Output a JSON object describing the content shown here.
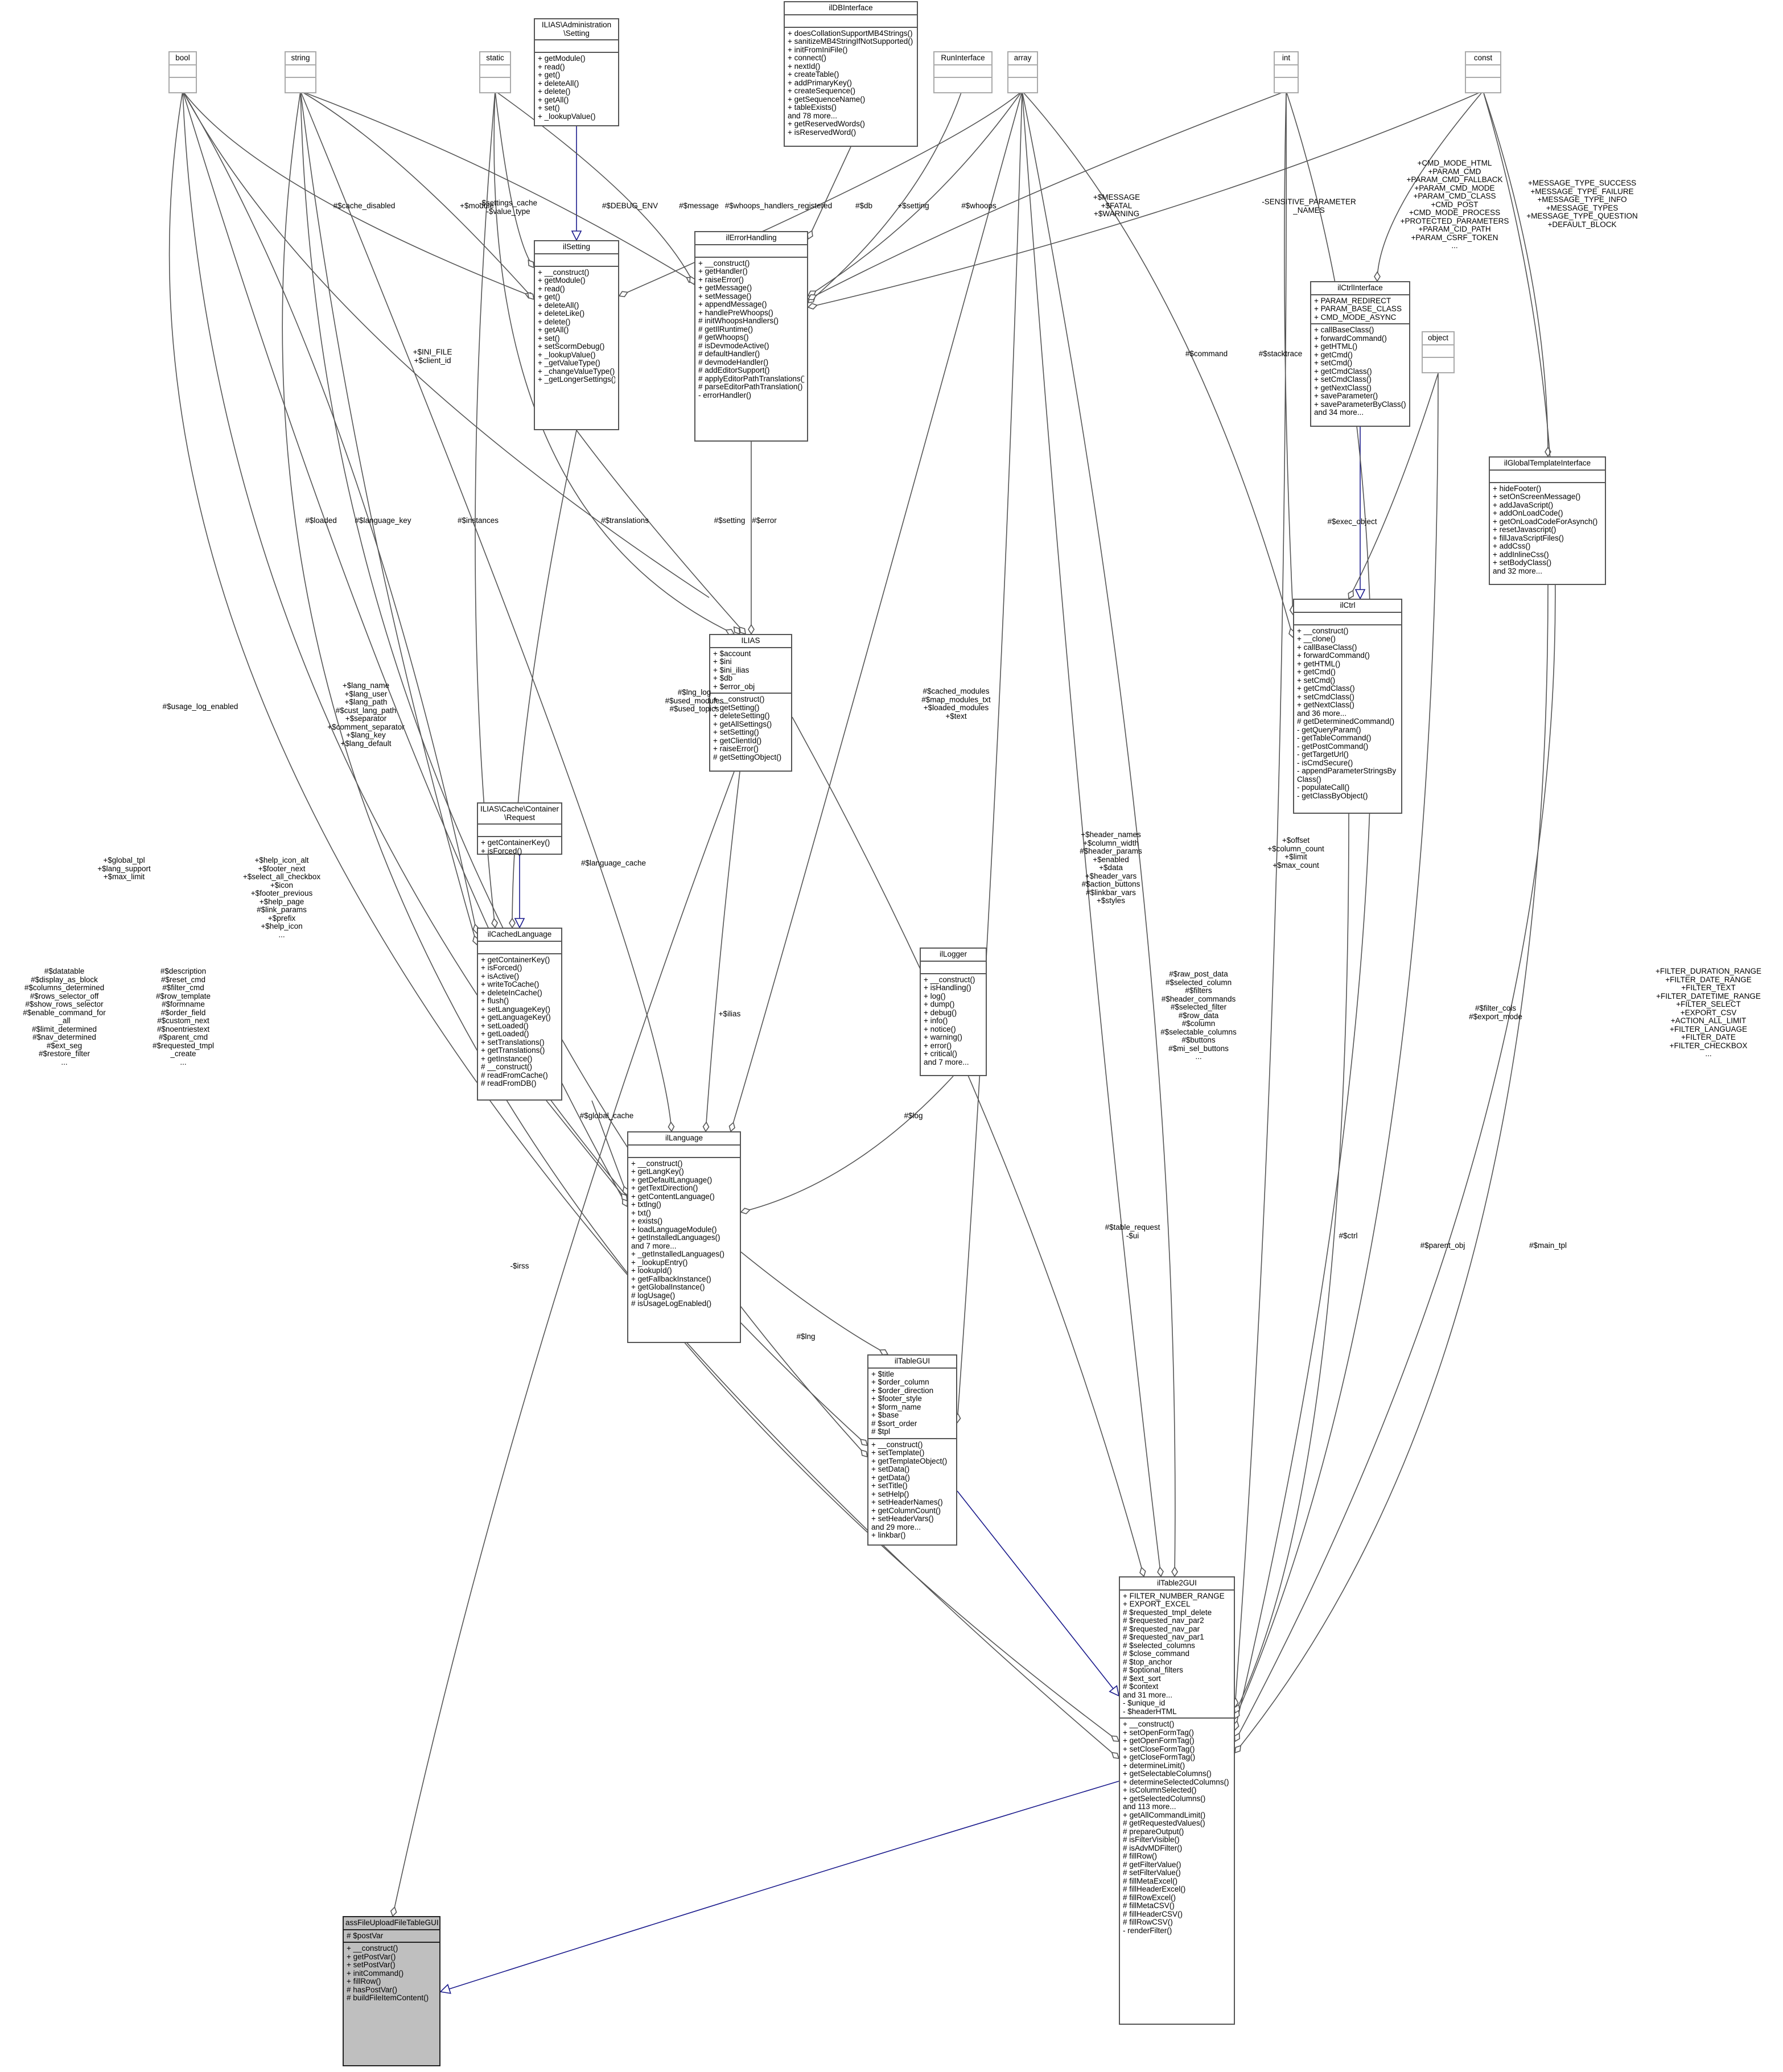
{
  "nodes": [
    {
      "id": "bool",
      "title": "bool",
      "attrs": [],
      "methods": [],
      "external": true
    },
    {
      "id": "string",
      "title": "string",
      "attrs": [],
      "methods": [],
      "external": true
    },
    {
      "id": "static",
      "title": "static",
      "attrs": [],
      "methods": [],
      "external": true
    },
    {
      "id": "setting_iface",
      "title": "ILIAS\\Administration\n\\Setting",
      "attrs": [],
      "methods": [
        "+ getModule()",
        "+ read()",
        "+ get()",
        "+ deleteAll()",
        "+ delete()",
        "+ getAll()",
        "+ set()",
        "+ _lookupValue()"
      ]
    },
    {
      "id": "dbinterface",
      "title": "ilDBInterface",
      "attrs": [],
      "methods": [
        "+ doesCollationSupportMB4Strings()",
        "+ sanitizeMB4StringIfNotSupported()",
        "+ initFromIniFile()",
        "+ connect()",
        "+ nextId()",
        "+ createTable()",
        "+ addPrimaryKey()",
        "+ createSequence()",
        "+ getSequenceName()",
        "+ tableExists()",
        "and 78 more...",
        "+ getReservedWords()",
        "+ isReservedWord()"
      ]
    },
    {
      "id": "runinterface",
      "title": "RunInterface",
      "attrs": [],
      "methods": [],
      "external": true
    },
    {
      "id": "array",
      "title": "array",
      "attrs": [],
      "methods": [],
      "external": true
    },
    {
      "id": "int",
      "title": "int",
      "attrs": [],
      "methods": [],
      "external": true
    },
    {
      "id": "const",
      "title": "const",
      "attrs": [],
      "methods": [],
      "external": true
    },
    {
      "id": "ilsetting",
      "title": "ilSetting",
      "attrs": [],
      "methods": [
        "+ __construct()",
        "+ getModule()",
        "+ read()",
        "+ get()",
        "+ deleteAll()",
        "+ deleteLike()",
        "+ delete()",
        "+ getAll()",
        "+ set()",
        "+ setScormDebug()",
        "+ _lookupValue()",
        "+ _getValueType()",
        "+ _changeValueType()",
        "+ _getLongerSettings()"
      ]
    },
    {
      "id": "errorhandling",
      "title": "ilErrorHandling",
      "attrs": [],
      "methods": [
        "+ __construct()",
        "+ getHandler()",
        "+ raiseError()",
        "+ getMessage()",
        "+ setMessage()",
        "+ appendMessage()",
        "+ handlePreWhoops()",
        "# initWhoopsHandlers()",
        "# getIlRuntime()",
        "# getWhoops()",
        "# isDevmodeActive()",
        "# defaultHandler()",
        "# devmodeHandler()",
        "# addEditorSupport()",
        "# applyEditorPathTranslations()",
        "# parseEditorPathTranslation()",
        "- errorHandler()"
      ]
    },
    {
      "id": "ctrlinterface",
      "title": "ilCtrlInterface",
      "attrs": [
        "+ PARAM_REDIRECT",
        "+ PARAM_BASE_CLASS",
        "+ CMD_MODE_ASYNC"
      ],
      "methods": [
        "+ callBaseClass()",
        "+ forwardCommand()",
        "+ getHTML()",
        "+ getCmd()",
        "+ setCmd()",
        "+ getCmdClass()",
        "+ setCmdClass()",
        "+ getNextClass()",
        "+ saveParameter()",
        "+ saveParameterByClass()",
        "and 34 more..."
      ]
    },
    {
      "id": "object",
      "title": "object",
      "attrs": [],
      "methods": [],
      "external": true
    },
    {
      "id": "globaltemplate",
      "title": "ilGlobalTemplateInterface",
      "attrs": [],
      "methods": [
        "+ hideFooter()",
        "+ setOnScreenMessage()",
        "+ addJavaScript()",
        "+ addOnLoadCode()",
        "+ getOnLoadCodeForAsynch()",
        "+ resetJavascript()",
        "+ fillJavaScriptFiles()",
        "+ addCss()",
        "+ addInlineCss()",
        "+ setBodyClass()",
        "and 32 more..."
      ]
    },
    {
      "id": "ilias",
      "title": "ILIAS",
      "attrs": [
        "+ $account",
        "+ $ini",
        "+ $ini_ilias",
        "+ $db",
        "+ $error_obj"
      ],
      "methods": [
        "+ __construct()",
        "+ getSetting()",
        "+ deleteSetting()",
        "+ getAllSettings()",
        "+ setSetting()",
        "+ getClientId()",
        "+ raiseError()",
        "# getSettingObject()"
      ]
    },
    {
      "id": "ilctrl",
      "title": "ilCtrl",
      "attrs": [],
      "methods": [
        "+ __construct()",
        "+ __clone()",
        "+ callBaseClass()",
        "+ forwardCommand()",
        "+ getHTML()",
        "+ getCmd()",
        "+ setCmd()",
        "+ getCmdClass()",
        "+ setCmdClass()",
        "+ getNextClass()",
        "and 36 more...",
        "# getDeterminedCommand()",
        "- getQueryParam()",
        "- getTableCommand()",
        "- getPostCommand()",
        "- getTargetUrl()",
        "- isCmdSecure()",
        "- appendParameterStringsBy",
        "Class()",
        "- populateCall()",
        "- getClassByObject()"
      ]
    },
    {
      "id": "cacherequest",
      "title": "ILIAS\\Cache\\Container\n\\Request",
      "attrs": [],
      "methods": [
        "+ getContainerKey()",
        "+ isForced()"
      ]
    },
    {
      "id": "cachedlang",
      "title": "ilCachedLanguage",
      "attrs": [],
      "methods": [
        "+ getContainerKey()",
        "+ isForced()",
        "+ isActive()",
        "+ writeToCache()",
        "+ deleteInCache()",
        "+ flush()",
        "+ setLanguageKey()",
        "+ getLanguageKey()",
        "+ setLoaded()",
        "+ getLoaded()",
        "+ setTranslations()",
        "+ getTranslations()",
        "+ getInstance()",
        "# __construct()",
        "# readFromCache()",
        "# readFromDB()"
      ]
    },
    {
      "id": "illogger",
      "title": "ilLogger",
      "attrs": [],
      "methods": [
        "+ __construct()",
        "+ isHandling()",
        "+ log()",
        "+ dump()",
        "+ debug()",
        "+ info()",
        "+ notice()",
        "+ warning()",
        "+ error()",
        "+ critical()",
        "and 7 more..."
      ]
    },
    {
      "id": "illanguage",
      "title": "ilLanguage",
      "attrs": [],
      "methods": [
        "+ __construct()",
        "+ getLangKey()",
        "+ getDefaultLanguage()",
        "+ getTextDirection()",
        "+ getContentLanguage()",
        "+ txtlng()",
        "+ txt()",
        "+ exists()",
        "+ loadLanguageModule()",
        "+ getInstalledLanguages()",
        "and 7 more...",
        "+ _getInstalledLanguages()",
        "+ _lookupEntry()",
        "+ lookupId()",
        "+ getFallbackInstance()",
        "+ getGlobalInstance()",
        "# logUsage()",
        "# isUsageLogEnabled()"
      ]
    },
    {
      "id": "tablegui",
      "title": "ilTableGUI",
      "attrs": [
        "+ $title",
        "+ $order_column",
        "+ $order_direction",
        "+ $footer_style",
        "+ $form_name",
        "+ $base",
        "# $sort_order",
        "# $tpl"
      ],
      "methods": [
        "+ __construct()",
        "+ setTemplate()",
        "+ getTemplateObject()",
        "+ setData()",
        "+ getData()",
        "+ setTitle()",
        "+ setHelp()",
        "+ setHeaderNames()",
        "+ getColumnCount()",
        "+ setHeaderVars()",
        "and 29 more...",
        "+ linkbar()"
      ]
    },
    {
      "id": "table2gui",
      "title": "ilTable2GUI",
      "attrs": [
        "+ FILTER_NUMBER_RANGE",
        "+ EXPORT_EXCEL",
        "# $requested_tmpl_delete",
        "# $requested_nav_par2",
        "# $requested_nav_par",
        "# $requested_nav_par1",
        "# $selected_columns",
        "# $close_command",
        "# $top_anchor",
        "# $optional_filters",
        "# $ext_sort",
        "# $context",
        "and 31 more...",
        "- $unique_id",
        "- $headerHTML"
      ],
      "methods": [
        "+ __construct()",
        "+ setOpenFormTag()",
        "+ getOpenFormTag()",
        "+ setCloseFormTag()",
        "+ getCloseFormTag()",
        "+ determineLimit()",
        "+ getSelectableColumns()",
        "+ determineSelectedColumns()",
        "+ isColumnSelected()",
        "+ getSelectedColumns()",
        "and 113 more...",
        "+ getAllCommandLimit()",
        "# getRequestedValues()",
        "# prepareOutput()",
        "# isFilterVisible()",
        "# isAdvMDFilter()",
        "# fillRow()",
        "# getFilterValue()",
        "# setFilterValue()",
        "# fillMetaExcel()",
        "# fillHeaderExcel()",
        "# fillRowExcel()",
        "# fillMetaCSV()",
        "# fillHeaderCSV()",
        "# fillRowCSV()",
        "- renderFilter()"
      ]
    },
    {
      "id": "focus",
      "title": "assFileUploadFileTableGUI",
      "attrs": [
        "# $postVar"
      ],
      "methods": [
        "+ __construct()",
        "+ getPostVar()",
        "+ setPostVar()",
        "+ initCommand()",
        "+ fillRow()",
        "# hasPostVar()",
        "# buildFileItemContent()"
      ]
    }
  ],
  "edge_labels": [
    {
      "id": "cache_disabled",
      "lines": [
        "#$cache_disabled"
      ]
    },
    {
      "id": "module",
      "lines": [
        "+$module"
      ]
    },
    {
      "id": "settings_cache",
      "lines": [
        "-$settings_cache",
        "-$value_type"
      ]
    },
    {
      "id": "debug_env",
      "lines": [
        "#$DEBUG_ENV"
      ]
    },
    {
      "id": "message",
      "lines": [
        "#$message"
      ]
    },
    {
      "id": "whoops_reg",
      "lines": [
        "#$whoops_handlers_registered"
      ]
    },
    {
      "id": "db",
      "lines": [
        "#$db"
      ]
    },
    {
      "id": "setting_plus",
      "lines": [
        "+$setting"
      ]
    },
    {
      "id": "whoops",
      "lines": [
        "#$whoops"
      ]
    },
    {
      "id": "msg_fatal",
      "lines": [
        "+$MESSAGE",
        "+$FATAL",
        "+$WARNING"
      ]
    },
    {
      "id": "sensitive",
      "lines": [
        "-SENSITIVE_PARAMETER",
        "_NAMES"
      ]
    },
    {
      "id": "cmd_consts",
      "lines": [
        "+CMD_MODE_HTML",
        "+PARAM_CMD",
        "+PARAM_CMD_FALLBACK",
        "+PARAM_CMD_MODE",
        "+PARAM_CMD_CLASS",
        "+CMD_POST",
        "+CMD_MODE_PROCESS",
        "+PROTECTED_PARAMETERS",
        "+PARAM_CID_PATH",
        "+PARAM_CSRF_TOKEN",
        "..."
      ]
    },
    {
      "id": "msg_types",
      "lines": [
        "+MESSAGE_TYPE_SUCCESS",
        "+MESSAGE_TYPE_FAILURE",
        "+MESSAGE_TYPE_INFO",
        "+MESSAGE_TYPES",
        "+MESSAGE_TYPE_QUESTION",
        "+DEFAULT_BLOCK"
      ]
    },
    {
      "id": "ini_file",
      "lines": [
        "+$INI_FILE",
        "+$client_id"
      ]
    },
    {
      "id": "command",
      "lines": [
        "#$command"
      ]
    },
    {
      "id": "stacktrace",
      "lines": [
        "#$stacktrace"
      ]
    },
    {
      "id": "loaded",
      "lines": [
        "#$loaded"
      ]
    },
    {
      "id": "language_key",
      "lines": [
        "#$language_key"
      ]
    },
    {
      "id": "instances",
      "lines": [
        "#$instances"
      ]
    },
    {
      "id": "translations",
      "lines": [
        "#$translations"
      ]
    },
    {
      "id": "setting_hash",
      "lines": [
        "#$setting"
      ]
    },
    {
      "id": "error",
      "lines": [
        "#$error"
      ]
    },
    {
      "id": "exec_object",
      "lines": [
        "#$exec_object"
      ]
    },
    {
      "id": "usage_log",
      "lines": [
        "#$usage_log_enabled"
      ]
    },
    {
      "id": "lang_name",
      "lines": [
        "+$lang_name",
        "+$lang_user",
        "+$lang_path",
        "#$cust_lang_path",
        "+$separator",
        "+$comment_separator",
        "+$lang_key",
        "+$lang_default"
      ]
    },
    {
      "id": "lng_log",
      "lines": [
        "#$lng_log",
        "#$used_modules",
        "#$used_topics"
      ]
    },
    {
      "id": "cached_modules",
      "lines": [
        "#$cached_modules",
        "#$map_modules_txt",
        "+$loaded_modules",
        "+$text"
      ]
    },
    {
      "id": "help_icon",
      "lines": [
        "+$help_icon_alt",
        "+$footer_next",
        "+$select_all_checkbox",
        "+$icon",
        "+$footer_previous",
        "+$help_page",
        "#$link_params",
        "+$prefix",
        "+$help_icon",
        "..."
      ]
    },
    {
      "id": "global_tpl",
      "lines": [
        "+$global_tpl",
        "+$lang_support",
        "+$max_limit"
      ]
    },
    {
      "id": "language_cache",
      "lines": [
        "#$language_cache"
      ]
    },
    {
      "id": "header_names",
      "lines": [
        "+$header_names",
        "+$column_width",
        "#$header_params",
        "+$enabled",
        "+$data",
        "+$header_vars",
        "#$action_buttons",
        "#$linkbar_vars",
        "+$styles"
      ]
    },
    {
      "id": "offset",
      "lines": [
        "+$offset",
        "+$column_count",
        "+$limit",
        "+$max_count"
      ]
    },
    {
      "id": "datatable",
      "lines": [
        "#$datatable",
        "#$display_as_block",
        "#$columns_determined",
        "#$rows_selector_off",
        "#$show_rows_selector",
        "#$enable_command_for",
        "_all",
        "#$limit_determined",
        "#$nav_determined",
        "#$ext_seg",
        "#$restore_filter",
        "..."
      ]
    },
    {
      "id": "description",
      "lines": [
        "#$description",
        "#$reset_cmd",
        "#$filter_cmd",
        "#$row_template",
        "#$formname",
        "#$order_field",
        "#$custom_next",
        "#$noentriestext",
        "#$parent_cmd",
        "#$requested_tmpl",
        "_create",
        "..."
      ]
    },
    {
      "id": "ilias_plus",
      "lines": [
        "+$ilias"
      ]
    },
    {
      "id": "raw_post",
      "lines": [
        "#$raw_post_data",
        "#$selected_column",
        "#$filters",
        "#$header_commands",
        "#$selected_filter",
        "#$row_data",
        "#$column",
        "#$selectable_columns",
        "#$buttons",
        "#$mi_sel_buttons",
        "..."
      ]
    },
    {
      "id": "filter_cols",
      "lines": [
        "#$filter_cols",
        "#$export_mode"
      ]
    },
    {
      "id": "filter_consts",
      "lines": [
        "+FILTER_DURATION_RANGE",
        "+FILTER_DATE_RANGE",
        "+FILTER_TEXT",
        "+FILTER_DATETIME_RANGE",
        "+FILTER_SELECT",
        "+EXPORT_CSV",
        "+ACTION_ALL_LIMIT",
        "+FILTER_LANGUAGE",
        "+FILTER_DATE",
        "+FILTER_CHECKBOX",
        "..."
      ]
    },
    {
      "id": "global_cache",
      "lines": [
        "#$global_cache"
      ]
    },
    {
      "id": "log",
      "lines": [
        "#$log"
      ]
    },
    {
      "id": "lng",
      "lines": [
        "#$lng"
      ]
    },
    {
      "id": "table_request",
      "lines": [
        "#$table_request",
        "-$ui"
      ]
    },
    {
      "id": "ctrl",
      "lines": [
        "#$ctrl"
      ]
    },
    {
      "id": "parent_obj",
      "lines": [
        "#$parent_obj"
      ]
    },
    {
      "id": "main_tpl",
      "lines": [
        "#$main_tpl"
      ]
    },
    {
      "id": "irss",
      "lines": [
        "-$irss"
      ]
    }
  ]
}
